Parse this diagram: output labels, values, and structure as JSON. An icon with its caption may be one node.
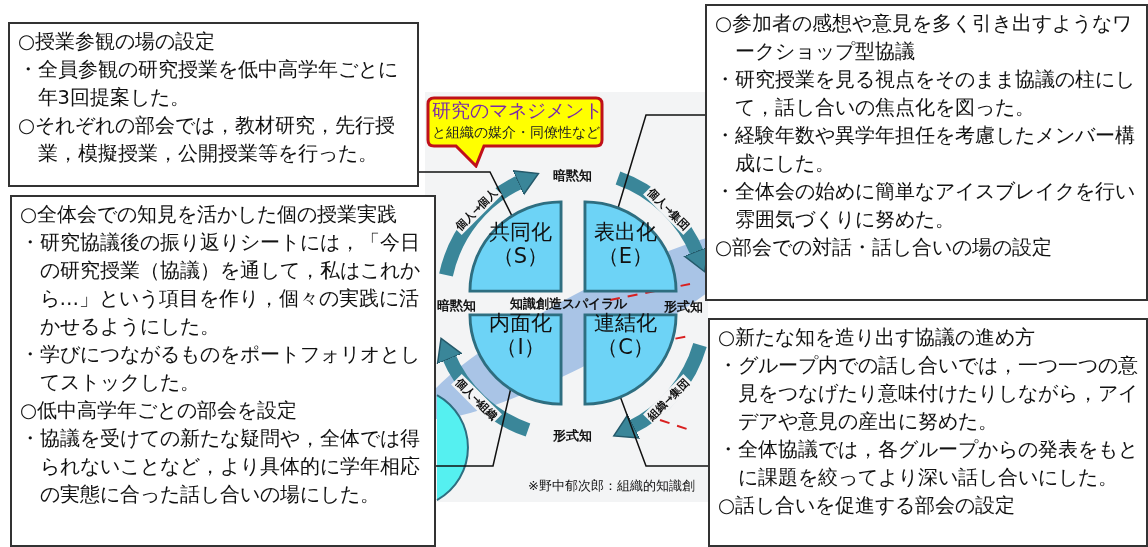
{
  "diagram": {
    "nodes": [
      {
        "text": [
          "○授業参観の場の設定",
          "・全員参観の研究授業を低中高学年ごとに年3回提案した。",
          "○それぞれの部会では，教材研究，先行授業，模擬授業，公開授業等を行った。"
        ]
      },
      {
        "text": [
          "研究のマネジメント",
          "と組織の媒介・同僚性など"
        ]
      },
      {
        "text": [
          "○参加者の感想や意見を多く引き出すようなワークショップ型協議",
          "・研究授業を見る視点をそのまま協議の柱にして，話し合いの焦点化を図った。",
          "・経験年数や異学年担任を考慮したメンバー構成にした。",
          "・全体会の始めに簡単なアイスブレイクを行い雰囲気づくりに努めた。",
          "○部会での対話・話し合いの場の設定"
        ]
      },
      {
        "text": [
          "共同化",
          "（S）"
        ]
      },
      {
        "text": [
          "表出化",
          "（E）"
        ]
      },
      {
        "text": [
          "内面化",
          "（I）"
        ]
      },
      {
        "text": [
          "連結化",
          "（C）"
        ]
      },
      {
        "text": [
          "○全体会での知見を活かした個の授業実践",
          "・研究協議後の振り返りシートには，「今日の研究授業（協議）を通して，私はこれから…」という項目を作り，個々の実践に活かせるようにした。",
          "・学びにつながるものをポートフォリオとしてストックした。",
          "○低中高学年ごとの部会を設定",
          "・協議を受けての新たな疑問や，全体では得られないことなど，より具体的に学年相応の実態に合った話し合いの場にした。"
        ]
      },
      {
        "text": [
          "○新たな知を造り出す協議の進め方",
          "・グループ内での話し合いでは，一つ一つの意見をつなげたり意味付けたりしながら，アイデアや意見の産出に努めた。",
          "・全体協議では，各グループからの発表をもとに課題を絞ってより深い話し合いにした。",
          "○話し合いを促進する部会の設定"
        ]
      }
    ],
    "edges": [
      {
        "from": 0,
        "to": 3,
        "arrow": "none"
      },
      {
        "from": 2,
        "to": 4,
        "arrow": "none"
      },
      {
        "from": 7,
        "to": 5,
        "arrow": "none"
      },
      {
        "from": 8,
        "to": 6,
        "arrow": "none"
      }
    ],
    "labels": [
      "暗黙知",
      "個人→個人",
      "個人→集団",
      "暗黙知",
      "知識創造スパイラル",
      "形式知",
      "個人→組織",
      "組織→集団",
      "形式知",
      "※野中郁次郎：組織的知識創"
    ]
  }
}
